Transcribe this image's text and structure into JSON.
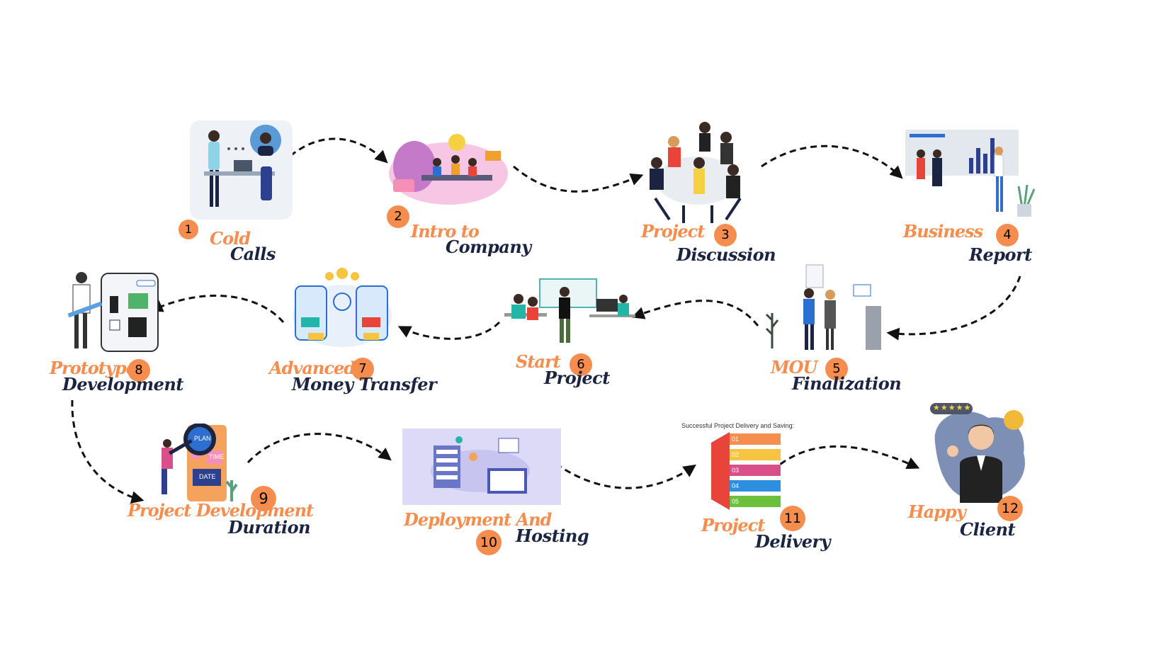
{
  "steps": [
    {
      "num": "1",
      "line1": "Cold",
      "line2": "Calls"
    },
    {
      "num": "2",
      "line1": "Intro to",
      "line2": "Company"
    },
    {
      "num": "3",
      "line1": "Project",
      "line2": "Discussion"
    },
    {
      "num": "4",
      "line1": "Business",
      "line2": "Report"
    },
    {
      "num": "5",
      "line1": "MOU",
      "line2": "Finalization"
    },
    {
      "num": "6",
      "line1": "Start",
      "line2": "Project"
    },
    {
      "num": "7",
      "line1": "Advanced",
      "line2": "Money Transfer"
    },
    {
      "num": "8",
      "line1": "Prototype",
      "line2": "Development"
    },
    {
      "num": "9",
      "line1": "Project Development",
      "line2": "Duration"
    },
    {
      "num": "10",
      "line1": "Deployment And",
      "line2": "Hosting"
    },
    {
      "num": "11",
      "line1": "Project",
      "line2": "Delivery"
    },
    {
      "num": "12",
      "line1": "Happy",
      "line2": "Client"
    }
  ],
  "illustrations": {
    "duration_labels": [
      "PLAN",
      "TIME",
      "DATE"
    ],
    "delivery_caption": "Successful Project Delivery and Saving:",
    "delivery_rows": [
      "01",
      "02",
      "03",
      "04",
      "05"
    ],
    "rating_stars": "★★★★★"
  },
  "colors": {
    "accent": "#f58d4f",
    "navy": "#1b2541",
    "arrow": "#111111"
  }
}
